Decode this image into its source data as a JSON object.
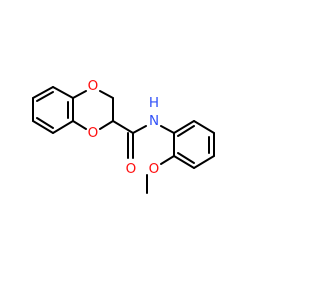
{
  "molecule": {
    "atoms": {
      "o_ring_top": "O",
      "o_ring_bottom": "O",
      "nh": "N",
      "nh_h": "H",
      "o_carbonyl": "O",
      "o_methoxy": "O"
    },
    "colors": {
      "oxygen": "#ff0d0d",
      "nitrogen": "#3050f8",
      "bond": "#000000",
      "background": "#ffffff"
    }
  }
}
